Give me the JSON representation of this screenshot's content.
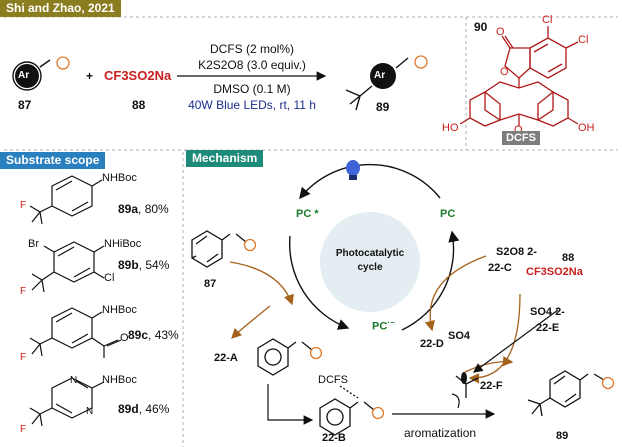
{
  "header": {
    "title": "Shi and Zhao, 2021",
    "title_color": "#8a7d1f",
    "reference_number": "90"
  },
  "reaction": {
    "sm_label": "87",
    "reagent": "CF3SO2Na",
    "reagent_label": "88",
    "plus": "+",
    "conditions": [
      "DCFS (2 mol%)",
      "K2S2O8 (3.0 equiv.)",
      "DMSO (0.1 M)",
      "40W Blue LEDs, rt, 11 h"
    ],
    "product_label": "89",
    "ring_label": "Ar"
  },
  "dcfs": {
    "label": "DCFS",
    "atoms": [
      "Cl",
      "Cl",
      "O",
      "O",
      "HO",
      "O",
      "OH"
    ]
  },
  "scope": {
    "title": "Substrate scope",
    "title_color": "#2a7fbf",
    "entries": [
      {
        "group": "NHBoc",
        "label": "89a",
        "yield": ", 80%"
      },
      {
        "group": "NHiBoc",
        "subs": [
          "Br",
          "Cl"
        ],
        "label": "89b",
        "yield": ", 54%"
      },
      {
        "group": "NHBoc",
        "subs": [
          "O"
        ],
        "label": "89c",
        "yield": ", 43%"
      },
      {
        "group": "NHBoc",
        "subs": [
          "N",
          "N"
        ],
        "label": "89d",
        "yield": ", 46%"
      }
    ],
    "fluorine": "F"
  },
  "mechanism": {
    "title": "Mechanism",
    "title_color": "#1e8a7a",
    "cycle_label": [
      "Photocatalytic",
      "cycle"
    ],
    "pc_star": "PC *",
    "pc": "PC",
    "pc_minus": "PC",
    "pc_minus_sup": "·−",
    "persulfate": "S2O8 2-",
    "persulfate_label": "22-C",
    "reagent_label": "88",
    "reagent": "CF3SO2Na",
    "sulfate_radical_label": "22-D",
    "sulfate_radical": "SO4",
    "sulfate": "SO4 2-",
    "sulfate_label": "22-E",
    "cf3_label": "22-F",
    "sm_label": "87",
    "cation_label": "22-A",
    "complex_label": "22-B",
    "dcfs_label": "DCFS",
    "aromatization": "aromatization",
    "product_label": "89"
  }
}
